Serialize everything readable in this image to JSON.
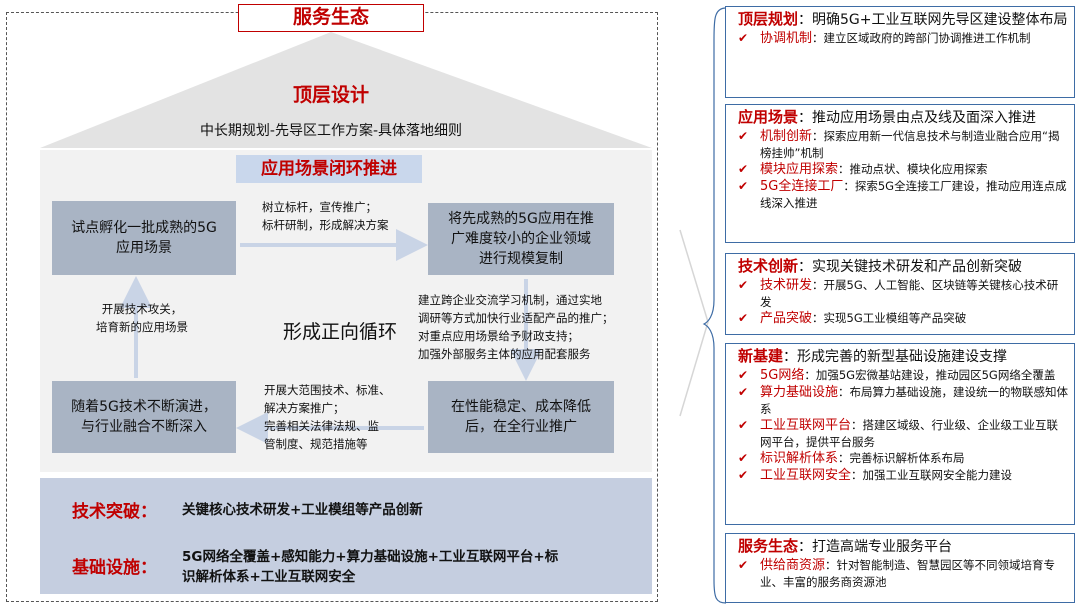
{
  "left": {
    "top_title": "服务生态",
    "roof_title": "顶层设计",
    "roof_sub": "中长期规划-先导区工作方案-具体落地细则",
    "scene_title": "应用场景闭环推进",
    "box_tl": [
      "试点孵化一批成熟的5G",
      "应用场景"
    ],
    "box_tr": [
      "将先成熟的5G应用在推",
      "广难度较小的企业领域",
      "进行规模复制"
    ],
    "box_bl": [
      "随着5G技术不断演进，",
      "与行业融合不断深入"
    ],
    "box_br": [
      "在性能稳定、成本降低",
      "后，在全行业推广"
    ],
    "note_top": [
      "树立标杆，宣传推广；",
      "标杆研制，形成解决方案"
    ],
    "note_right": [
      "建立跨企业交流学习机制，通过实地",
      "调研等方式加快行业适配产品的推广；",
      "对重点应用场景给予财政支持；",
      "加强外部服务主体的应用配套服务"
    ],
    "note_left": [
      "开展技术攻关，",
      "培育新的应用场景"
    ],
    "note_bottom": [
      "开展大范围技术、标准、",
      "解决方案推广；",
      "完善相关法律法规、监",
      "管制度、规范措施等"
    ],
    "cycle": "形成正向循环",
    "tech_label": "技术突破：",
    "tech_text": "关键核心技术研发+工业模组等产品创新",
    "infra_label": "基础设施：",
    "infra_text": [
      "5G网络全覆盖+感知能力+算力基础设施+工业互联网平台+标",
      "识解析体系+工业互联网安全"
    ]
  },
  "right": [
    {
      "key": "顶层规划",
      "desc": "明确5G+工业互联网先导区建设整体布局",
      "items": [
        {
          "label": "协调机制",
          "text": "建立区域政府的跨部门协调推进工作机制"
        }
      ]
    },
    {
      "key": "应用场景",
      "desc": "推动应用场景由点及线及面深入推进",
      "items": [
        {
          "label": "机制创新",
          "text": "探索应用新一代信息技术与制造业融合应用“揭榜挂帅”机制"
        },
        {
          "label": "模块应用探索",
          "text": "推动点状、模块化应用探索"
        },
        {
          "label": "5G全连接工厂",
          "text": "探索5G全连接工厂建设，推动应用连点成线深入推进"
        }
      ]
    },
    {
      "key": "技术创新",
      "desc": "实现关键技术研发和产品创新突破",
      "items": [
        {
          "label": "技术研发",
          "text": "开展5G、人工智能、区块链等关键核心技术研发"
        },
        {
          "label": "产品突破",
          "text": "实现5G工业模组等产品突破"
        }
      ]
    },
    {
      "key": "新基建",
      "desc": "形成完善的新型基础设施建设支撑",
      "items": [
        {
          "label": "5G网络",
          "text": "加强5G宏微基站建设，推动园区5G网络全覆盖"
        },
        {
          "label": "算力基础设施",
          "text": "布局算力基础设施，建设统一的物联感知体系"
        },
        {
          "label": "工业互联网平台",
          "text": "搭建区域级、行业级、企业级工业互联网平台，提供平台服务"
        },
        {
          "label": "标识解析体系",
          "text": "完善标识解析体系布局"
        },
        {
          "label": "工业互联网安全",
          "text": "加强工业互联网安全能力建设"
        }
      ]
    },
    {
      "key": "服务生态",
      "desc": "打造高端专业服务平台",
      "items": [
        {
          "label": "供给商资源",
          "text": "针对智能制造、智慧园区等不同领域培育专业、丰富的服务商资源池"
        }
      ]
    }
  ],
  "colors": {
    "accent_red": "#c00000",
    "box_gray": "#a9b4c4",
    "band_blue": "#c5cee0",
    "border_blue": "#3e6ca5"
  }
}
